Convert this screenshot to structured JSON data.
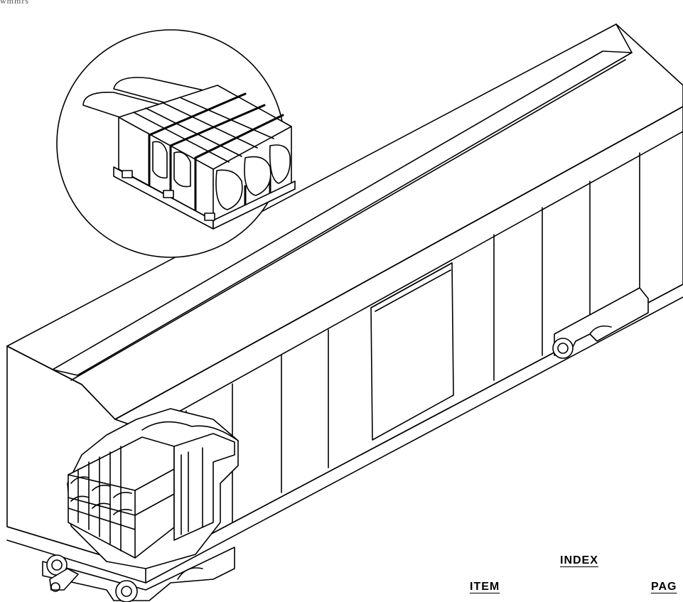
{
  "figure": {
    "subject": "boxcar loaded with crated pallets, with circular enlarged detail view of strapped pallet load",
    "margin_text": "wmmrs"
  },
  "index_table": {
    "heading": "INDEX",
    "columns": [
      "ITEM",
      "PAG"
    ]
  },
  "colors": {
    "line": "#000000",
    "paper": "#ffffff"
  }
}
